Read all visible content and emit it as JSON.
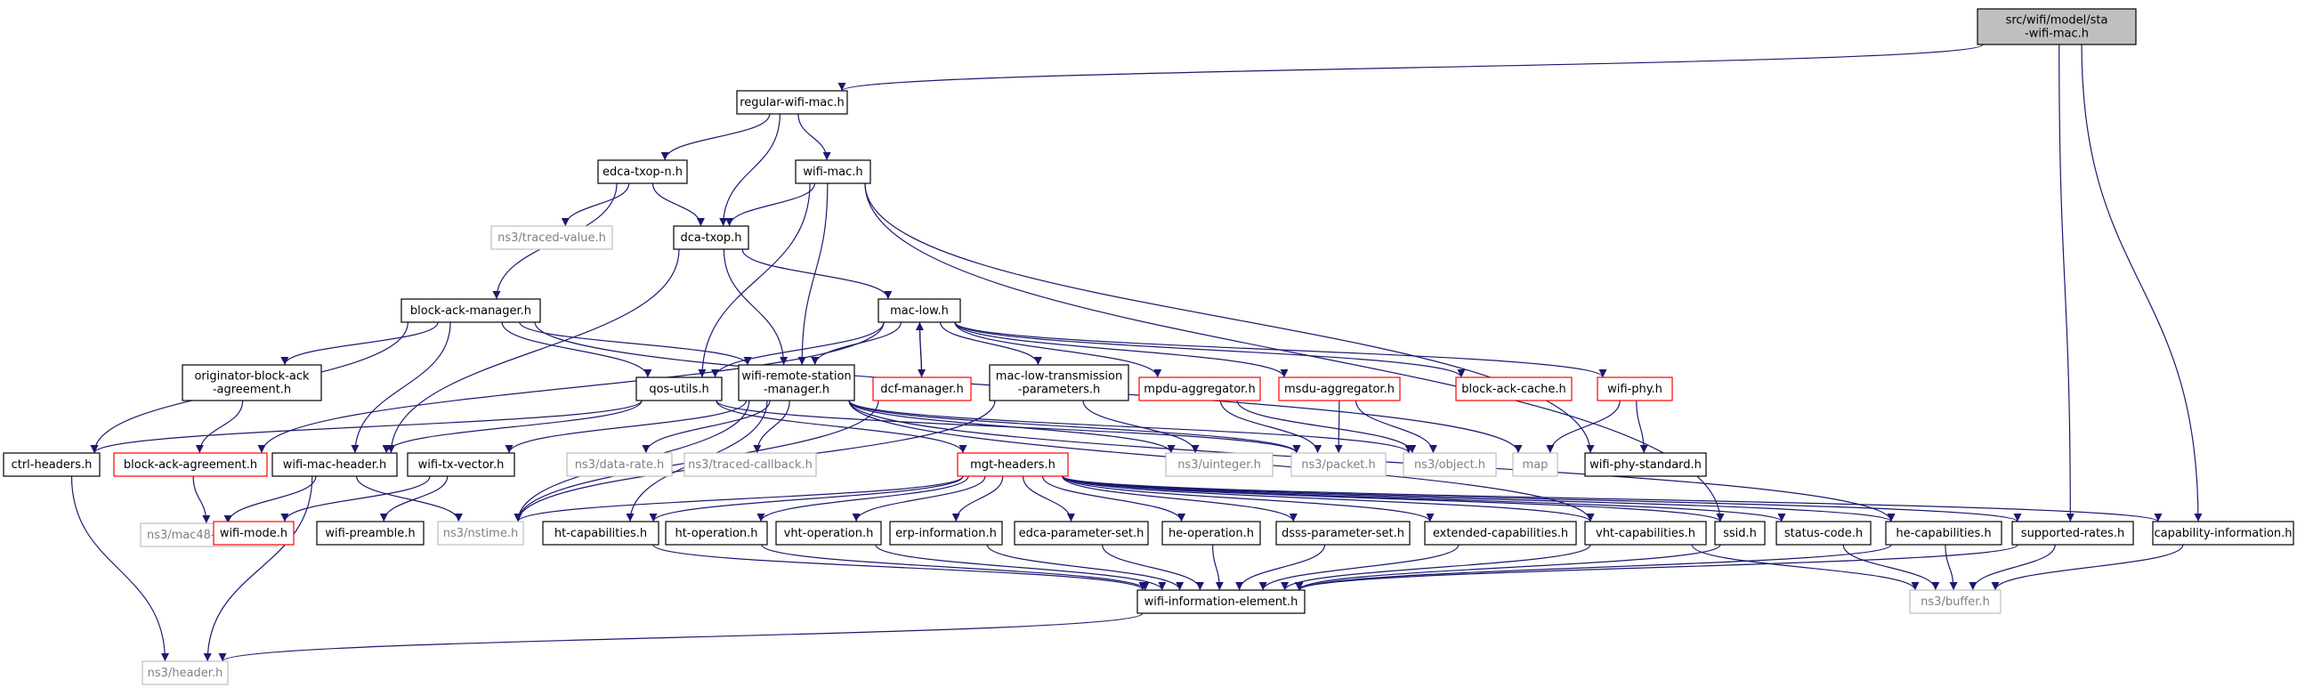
{
  "diagram": {
    "nodes": [
      {
        "id": "sta-wifi-mac",
        "lines": [
          "src/wifi/model/sta",
          "-wifi-mac.h"
        ],
        "style": "root"
      },
      {
        "id": "regular-wifi-mac",
        "lines": [
          "regular-wifi-mac.h"
        ],
        "style": "normal"
      },
      {
        "id": "edca-txop-n",
        "lines": [
          "edca-txop-n.h"
        ],
        "style": "normal"
      },
      {
        "id": "wifi-mac",
        "lines": [
          "wifi-mac.h"
        ],
        "style": "normal"
      },
      {
        "id": "traced-value",
        "lines": [
          "ns3/traced-value.h"
        ],
        "style": "grey"
      },
      {
        "id": "dca-txop",
        "lines": [
          "dca-txop.h"
        ],
        "style": "normal"
      },
      {
        "id": "block-ack-manager",
        "lines": [
          "block-ack-manager.h"
        ],
        "style": "normal"
      },
      {
        "id": "mac-low",
        "lines": [
          "mac-low.h"
        ],
        "style": "normal"
      },
      {
        "id": "originator-block-ack-agreement",
        "lines": [
          "originator-block-ack",
          "-agreement.h"
        ],
        "style": "normal"
      },
      {
        "id": "qos-utils",
        "lines": [
          "qos-utils.h"
        ],
        "style": "normal"
      },
      {
        "id": "wifi-remote-station-manager",
        "lines": [
          "wifi-remote-station",
          "-manager.h"
        ],
        "style": "normal"
      },
      {
        "id": "dcf-manager",
        "lines": [
          "dcf-manager.h"
        ],
        "style": "red"
      },
      {
        "id": "mac-low-transmission-parameters",
        "lines": [
          "mac-low-transmission",
          "-parameters.h"
        ],
        "style": "normal"
      },
      {
        "id": "mpdu-aggregator",
        "lines": [
          "mpdu-aggregator.h"
        ],
        "style": "red"
      },
      {
        "id": "msdu-aggregator",
        "lines": [
          "msdu-aggregator.h"
        ],
        "style": "red"
      },
      {
        "id": "block-ack-cache",
        "lines": [
          "block-ack-cache.h"
        ],
        "style": "red"
      },
      {
        "id": "wifi-phy",
        "lines": [
          "wifi-phy.h"
        ],
        "style": "red"
      },
      {
        "id": "ctrl-headers",
        "lines": [
          "ctrl-headers.h"
        ],
        "style": "normal"
      },
      {
        "id": "block-ack-agreement",
        "lines": [
          "block-ack-agreement.h"
        ],
        "style": "red"
      },
      {
        "id": "wifi-mac-header",
        "lines": [
          "wifi-mac-header.h"
        ],
        "style": "normal"
      },
      {
        "id": "wifi-tx-vector",
        "lines": [
          "wifi-tx-vector.h"
        ],
        "style": "normal"
      },
      {
        "id": "data-rate",
        "lines": [
          "ns3/data-rate.h"
        ],
        "style": "grey"
      },
      {
        "id": "traced-callback",
        "lines": [
          "ns3/traced-callback.h"
        ],
        "style": "grey"
      },
      {
        "id": "mgt-headers",
        "lines": [
          "mgt-headers.h"
        ],
        "style": "red"
      },
      {
        "id": "uinteger",
        "lines": [
          "ns3/uinteger.h"
        ],
        "style": "grey"
      },
      {
        "id": "packet",
        "lines": [
          "ns3/packet.h"
        ],
        "style": "grey"
      },
      {
        "id": "object",
        "lines": [
          "ns3/object.h"
        ],
        "style": "grey"
      },
      {
        "id": "map",
        "lines": [
          "map"
        ],
        "style": "grey"
      },
      {
        "id": "wifi-phy-standard",
        "lines": [
          "wifi-phy-standard.h"
        ],
        "style": "normal"
      },
      {
        "id": "mac48-address",
        "lines": [
          "ns3/mac48-address.h"
        ],
        "style": "grey"
      },
      {
        "id": "wifi-mode",
        "lines": [
          "wifi-mode.h"
        ],
        "style": "red"
      },
      {
        "id": "wifi-preamble",
        "lines": [
          "wifi-preamble.h"
        ],
        "style": "normal"
      },
      {
        "id": "nstime",
        "lines": [
          "ns3/nstime.h"
        ],
        "style": "grey"
      },
      {
        "id": "ht-capabilities",
        "lines": [
          "ht-capabilities.h"
        ],
        "style": "normal"
      },
      {
        "id": "ht-operation",
        "lines": [
          "ht-operation.h"
        ],
        "style": "normal"
      },
      {
        "id": "vht-operation",
        "lines": [
          "vht-operation.h"
        ],
        "style": "normal"
      },
      {
        "id": "erp-information",
        "lines": [
          "erp-information.h"
        ],
        "style": "normal"
      },
      {
        "id": "edca-parameter-set",
        "lines": [
          "edca-parameter-set.h"
        ],
        "style": "normal"
      },
      {
        "id": "he-operation",
        "lines": [
          "he-operation.h"
        ],
        "style": "normal"
      },
      {
        "id": "dsss-parameter-set",
        "lines": [
          "dsss-parameter-set.h"
        ],
        "style": "normal"
      },
      {
        "id": "extended-capabilities",
        "lines": [
          "extended-capabilities.h"
        ],
        "style": "normal"
      },
      {
        "id": "vht-capabilities",
        "lines": [
          "vht-capabilities.h"
        ],
        "style": "normal"
      },
      {
        "id": "ssid",
        "lines": [
          "ssid.h"
        ],
        "style": "normal"
      },
      {
        "id": "status-code",
        "lines": [
          "status-code.h"
        ],
        "style": "normal"
      },
      {
        "id": "he-capabilities",
        "lines": [
          "he-capabilities.h"
        ],
        "style": "normal"
      },
      {
        "id": "supported-rates",
        "lines": [
          "supported-rates.h"
        ],
        "style": "normal"
      },
      {
        "id": "capability-information",
        "lines": [
          "capability-information.h"
        ],
        "style": "normal"
      },
      {
        "id": "wifi-information-element",
        "lines": [
          "wifi-information-element.h"
        ],
        "style": "normal"
      },
      {
        "id": "buffer",
        "lines": [
          "ns3/buffer.h"
        ],
        "style": "grey"
      },
      {
        "id": "header",
        "lines": [
          "ns3/header.h"
        ],
        "style": "grey"
      }
    ],
    "edges": [
      [
        "sta-wifi-mac",
        "regular-wifi-mac"
      ],
      [
        "sta-wifi-mac",
        "supported-rates"
      ],
      [
        "sta-wifi-mac",
        "capability-information"
      ],
      [
        "regular-wifi-mac",
        "edca-txop-n"
      ],
      [
        "regular-wifi-mac",
        "wifi-mac"
      ],
      [
        "regular-wifi-mac",
        "dca-txop"
      ],
      [
        "edca-txop-n",
        "traced-value"
      ],
      [
        "edca-txop-n",
        "dca-txop"
      ],
      [
        "edca-txop-n",
        "block-ack-manager"
      ],
      [
        "wifi-mac",
        "dca-txop"
      ],
      [
        "wifi-mac",
        "qos-utils"
      ],
      [
        "wifi-mac",
        "wifi-remote-station-manager"
      ],
      [
        "wifi-mac",
        "ssid"
      ],
      [
        "wifi-mac",
        "wifi-phy-standard"
      ],
      [
        "dca-txop",
        "mac-low"
      ],
      [
        "dca-txop",
        "wifi-remote-station-manager"
      ],
      [
        "dca-txop",
        "wifi-mac-header"
      ],
      [
        "block-ack-manager",
        "originator-block-ack-agreement"
      ],
      [
        "block-ack-manager",
        "qos-utils"
      ],
      [
        "block-ack-manager",
        "wifi-remote-station-manager"
      ],
      [
        "block-ack-manager",
        "ctrl-headers"
      ],
      [
        "block-ack-manager",
        "wifi-mac-header"
      ],
      [
        "block-ack-manager",
        "map"
      ],
      [
        "mac-low",
        "qos-utils"
      ],
      [
        "mac-low",
        "wifi-remote-station-manager"
      ],
      [
        "mac-low",
        "dcf-manager"
      ],
      [
        "mac-low",
        "mac-low-transmission-parameters"
      ],
      [
        "mac-low",
        "mpdu-aggregator"
      ],
      [
        "mac-low",
        "msdu-aggregator"
      ],
      [
        "mac-low",
        "block-ack-cache"
      ],
      [
        "mac-low",
        "wifi-phy"
      ],
      [
        "mac-low",
        "block-ack-agreement"
      ],
      [
        "dcf-manager",
        "mac-low"
      ],
      [
        "dcf-manager",
        "nstime"
      ],
      [
        "originator-block-ack-agreement",
        "block-ack-agreement"
      ],
      [
        "qos-utils",
        "ctrl-headers"
      ],
      [
        "qos-utils",
        "wifi-mac-header"
      ],
      [
        "qos-utils",
        "mgt-headers"
      ],
      [
        "qos-utils",
        "packet"
      ],
      [
        "wifi-remote-station-manager",
        "wifi-tx-vector"
      ],
      [
        "wifi-remote-station-manager",
        "data-rate"
      ],
      [
        "wifi-remote-station-manager",
        "traced-callback"
      ],
      [
        "wifi-remote-station-manager",
        "nstime"
      ],
      [
        "wifi-remote-station-manager",
        "uinteger"
      ],
      [
        "wifi-remote-station-manager",
        "packet"
      ],
      [
        "wifi-remote-station-manager",
        "object"
      ],
      [
        "wifi-remote-station-manager",
        "ht-capabilities"
      ],
      [
        "wifi-remote-station-manager",
        "vht-capabilities"
      ],
      [
        "wifi-remote-station-manager",
        "he-capabilities"
      ],
      [
        "mac-low-transmission-parameters",
        "uinteger"
      ],
      [
        "mac-low-transmission-parameters",
        "nstime"
      ],
      [
        "mpdu-aggregator",
        "packet"
      ],
      [
        "mpdu-aggregator",
        "object"
      ],
      [
        "msdu-aggregator",
        "packet"
      ],
      [
        "msdu-aggregator",
        "object"
      ],
      [
        "wifi-phy",
        "map"
      ],
      [
        "wifi-phy",
        "wifi-phy-standard"
      ],
      [
        "ctrl-headers",
        "header"
      ],
      [
        "block-ack-agreement",
        "mac48-address"
      ],
      [
        "wifi-mac-header",
        "mac48-address"
      ],
      [
        "wifi-mac-header",
        "nstime"
      ],
      [
        "wifi-mac-header",
        "header"
      ],
      [
        "wifi-tx-vector",
        "wifi-mode"
      ],
      [
        "wifi-tx-vector",
        "wifi-preamble"
      ],
      [
        "mgt-headers",
        "nstime"
      ],
      [
        "mgt-headers",
        "ht-capabilities"
      ],
      [
        "mgt-headers",
        "ht-operation"
      ],
      [
        "mgt-headers",
        "vht-operation"
      ],
      [
        "mgt-headers",
        "erp-information"
      ],
      [
        "mgt-headers",
        "edca-parameter-set"
      ],
      [
        "mgt-headers",
        "he-operation"
      ],
      [
        "mgt-headers",
        "dsss-parameter-set"
      ],
      [
        "mgt-headers",
        "extended-capabilities"
      ],
      [
        "mgt-headers",
        "vht-capabilities"
      ],
      [
        "mgt-headers",
        "ssid"
      ],
      [
        "mgt-headers",
        "status-code"
      ],
      [
        "mgt-headers",
        "he-capabilities"
      ],
      [
        "mgt-headers",
        "supported-rates"
      ],
      [
        "mgt-headers",
        "capability-information"
      ],
      [
        "ht-capabilities",
        "wifi-information-element"
      ],
      [
        "ht-operation",
        "wifi-information-element"
      ],
      [
        "vht-operation",
        "wifi-information-element"
      ],
      [
        "erp-information",
        "wifi-information-element"
      ],
      [
        "edca-parameter-set",
        "wifi-information-element"
      ],
      [
        "he-operation",
        "wifi-information-element"
      ],
      [
        "dsss-parameter-set",
        "wifi-information-element"
      ],
      [
        "extended-capabilities",
        "wifi-information-element"
      ],
      [
        "vht-capabilities",
        "wifi-information-element"
      ],
      [
        "ssid",
        "wifi-information-element"
      ],
      [
        "he-capabilities",
        "wifi-information-element"
      ],
      [
        "supported-rates",
        "wifi-information-element"
      ],
      [
        "vht-capabilities",
        "buffer"
      ],
      [
        "status-code",
        "buffer"
      ],
      [
        "he-capabilities",
        "buffer"
      ],
      [
        "supported-rates",
        "buffer"
      ],
      [
        "capability-information",
        "buffer"
      ],
      [
        "wifi-information-element",
        "header"
      ]
    ]
  }
}
